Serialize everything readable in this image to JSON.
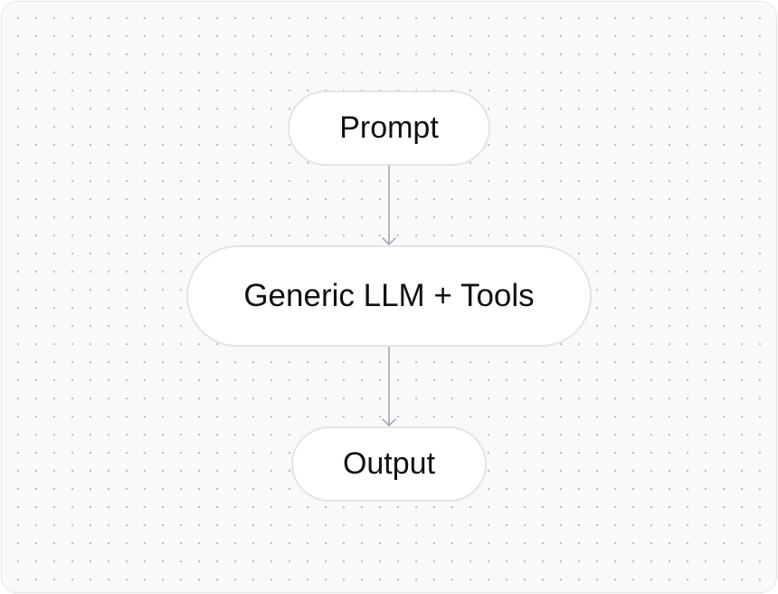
{
  "diagram": {
    "nodes": [
      {
        "id": "prompt",
        "label": "Prompt"
      },
      {
        "id": "llm",
        "label": "Generic LLM + Tools"
      },
      {
        "id": "output",
        "label": "Output"
      }
    ],
    "edges": [
      {
        "from": "prompt",
        "to": "llm"
      },
      {
        "from": "llm",
        "to": "output"
      }
    ]
  },
  "colors": {
    "background": "#f8f9fa",
    "dot": "#b3b6bc",
    "node_fill": "#ffffff",
    "node_border": "#e3e4e8",
    "edge": "#a1a1aa",
    "text": "#111111"
  }
}
